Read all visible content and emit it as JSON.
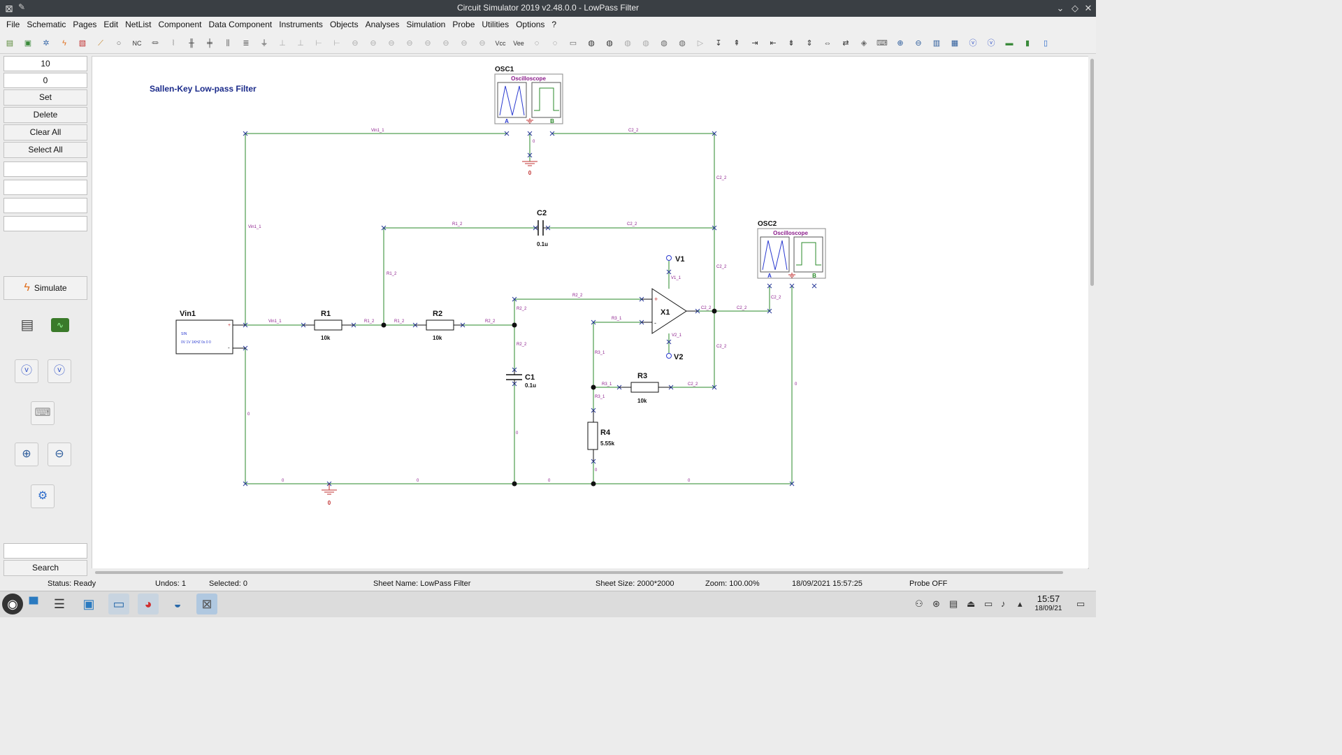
{
  "window": {
    "title": "Circuit Simulator 2019 v2.48.0.0 - LowPass Filter"
  },
  "menu": [
    "File",
    "Schematic",
    "Pages",
    "Edit",
    "NetList",
    "Component",
    "Data Component",
    "Instruments",
    "Objects",
    "Analyses",
    "Simulation",
    "Probe",
    "Utilities",
    "Options",
    "?"
  ],
  "toolbar": {
    "nc": "NC",
    "vcc": "Vcc",
    "vee": "Vee"
  },
  "left_panel": {
    "field1": "10",
    "field2": "0",
    "set": "Set",
    "delete": "Delete",
    "clear_all": "Clear All",
    "select_all": "Select All",
    "simulate": "Simulate",
    "search": "Search"
  },
  "schematic": {
    "title": "Sallen-Key Low-pass Filter",
    "osc1": {
      "ref": "OSC1",
      "label": "Oscilloscope",
      "ch_a": "A",
      "ch_b": "B"
    },
    "osc2": {
      "ref": "OSC2",
      "label": "Oscilloscope",
      "ch_a": "A",
      "ch_b": "B"
    },
    "vin1": {
      "ref": "Vin1",
      "type": "SIN",
      "params": "0V 1V 1KHZ 0s 0 0",
      "plus": "+",
      "minus": "-"
    },
    "r1": {
      "ref": "R1",
      "value": "10k"
    },
    "r2": {
      "ref": "R2",
      "value": "10k"
    },
    "r3": {
      "ref": "R3",
      "value": "10k"
    },
    "r4": {
      "ref": "R4",
      "value": "5.55k"
    },
    "c1": {
      "ref": "C1",
      "value": "0.1u"
    },
    "c2": {
      "ref": "C2",
      "value": "0.1u"
    },
    "x1": {
      "ref": "X1",
      "plus": "+",
      "minus": "-"
    },
    "v1": {
      "ref": "V1"
    },
    "v2": {
      "ref": "V2"
    },
    "gnd_top": "0",
    "gnd_bottom": "0",
    "nets": {
      "vin1_1": "Vin1_1",
      "c2_2": "C2_2",
      "r1_2": "R1_2",
      "r2_2": "R2_2",
      "r3_1": "R3_1",
      "v1_1": "V1_1",
      "v2_1": "V2_1",
      "zero": "0"
    }
  },
  "status": {
    "state": "Status: Ready",
    "undos": "Undos: 1",
    "selected": "Selected: 0",
    "sheet": "Sheet Name: LowPass Filter",
    "size": "Sheet Size: 2000*2000",
    "zoom": "Zoom: 100.00%",
    "datetime": "18/09/2021 15:57:25",
    "probe": "Probe OFF"
  },
  "taskbar": {
    "time": "15:57",
    "date": "18/09/21"
  }
}
